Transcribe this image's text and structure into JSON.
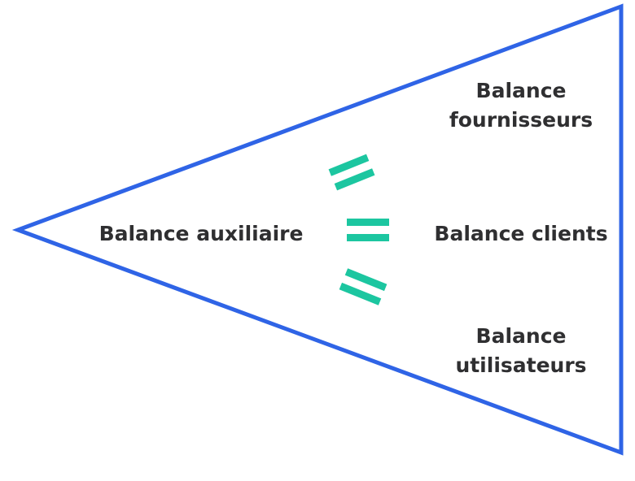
{
  "colors": {
    "triangle_stroke": "#2f64e6",
    "equals_sign": "#1cc6a0",
    "text": "#2f2f31"
  },
  "diagram": {
    "source_label": "Balance auxiliaire",
    "targets": [
      {
        "line1": "Balance",
        "line2": "fournisseurs"
      },
      {
        "line1": "Balance clients"
      },
      {
        "line1": "Balance",
        "line2": "utilisateurs"
      }
    ]
  }
}
